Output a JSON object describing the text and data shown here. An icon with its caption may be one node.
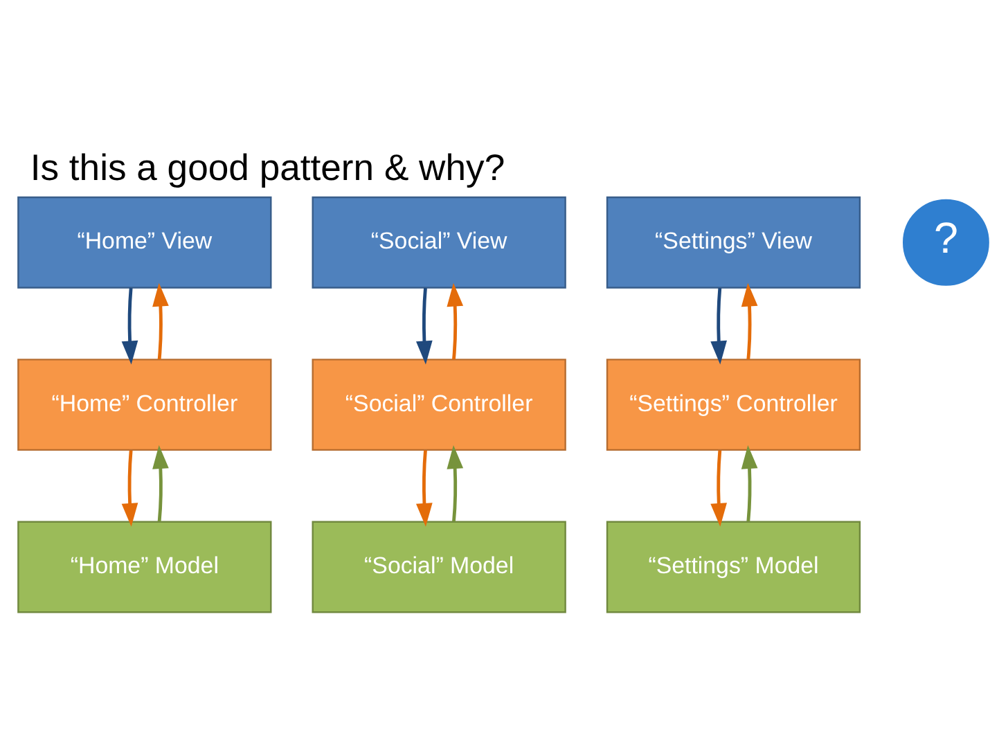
{
  "diagram": {
    "title": "Is this a good pattern & why?",
    "nodes": [
      {
        "text": [
          "“Home” View"
        ]
      },
      {
        "text": [
          "“Social” View"
        ]
      },
      {
        "text": [
          "“Settings” View"
        ]
      },
      {
        "text": [
          "“Home” Controller"
        ]
      },
      {
        "text": [
          "“Social” Controller"
        ]
      },
      {
        "text": [
          "“Settings” Controller"
        ]
      },
      {
        "text": [
          "“Home” Model"
        ]
      },
      {
        "text": [
          "“Social” Model"
        ]
      },
      {
        "text": [
          "“Settings” Model"
        ]
      }
    ],
    "edges": [
      {
        "from": 0,
        "to": 3,
        "arrow": "to",
        "color": "#1f497d"
      },
      {
        "from": 3,
        "to": 0,
        "arrow": "to",
        "color": "#e46c0a"
      },
      {
        "from": 1,
        "to": 4,
        "arrow": "to",
        "color": "#1f497d"
      },
      {
        "from": 4,
        "to": 1,
        "arrow": "to",
        "color": "#e46c0a"
      },
      {
        "from": 2,
        "to": 5,
        "arrow": "to",
        "color": "#1f497d"
      },
      {
        "from": 5,
        "to": 2,
        "arrow": "to",
        "color": "#e46c0a"
      },
      {
        "from": 3,
        "to": 6,
        "arrow": "to",
        "color": "#e46c0a"
      },
      {
        "from": 6,
        "to": 3,
        "arrow": "to",
        "color": "#77933c"
      },
      {
        "from": 4,
        "to": 7,
        "arrow": "to",
        "color": "#e46c0a"
      },
      {
        "from": 7,
        "to": 4,
        "arrow": "to",
        "color": "#77933c"
      },
      {
        "from": 5,
        "to": 8,
        "arrow": "to",
        "color": "#e46c0a"
      },
      {
        "from": 8,
        "to": 5,
        "arrow": "to",
        "color": "#77933c"
      }
    ],
    "labels": [
      "?"
    ]
  }
}
